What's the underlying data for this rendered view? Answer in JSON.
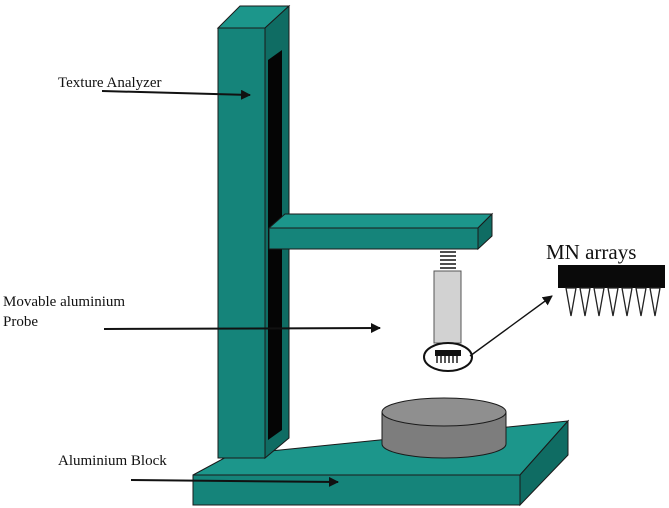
{
  "labels": {
    "texture_analyzer": "Texture Analyzer",
    "probe_line1": "Movable aluminium",
    "probe_line2": "Probe",
    "block": "Aluminium Block",
    "mn_arrays": "MN arrays"
  },
  "colors": {
    "machine": "#15847a",
    "machine_side": "#0f6c63",
    "machine_top": "#1c968b",
    "outline": "#1a1a1a",
    "slot": "#050505",
    "probe_body": "#d2d2d2",
    "cylinder": "#7d7d7d",
    "cylinder_top": "#8f8f8f"
  }
}
